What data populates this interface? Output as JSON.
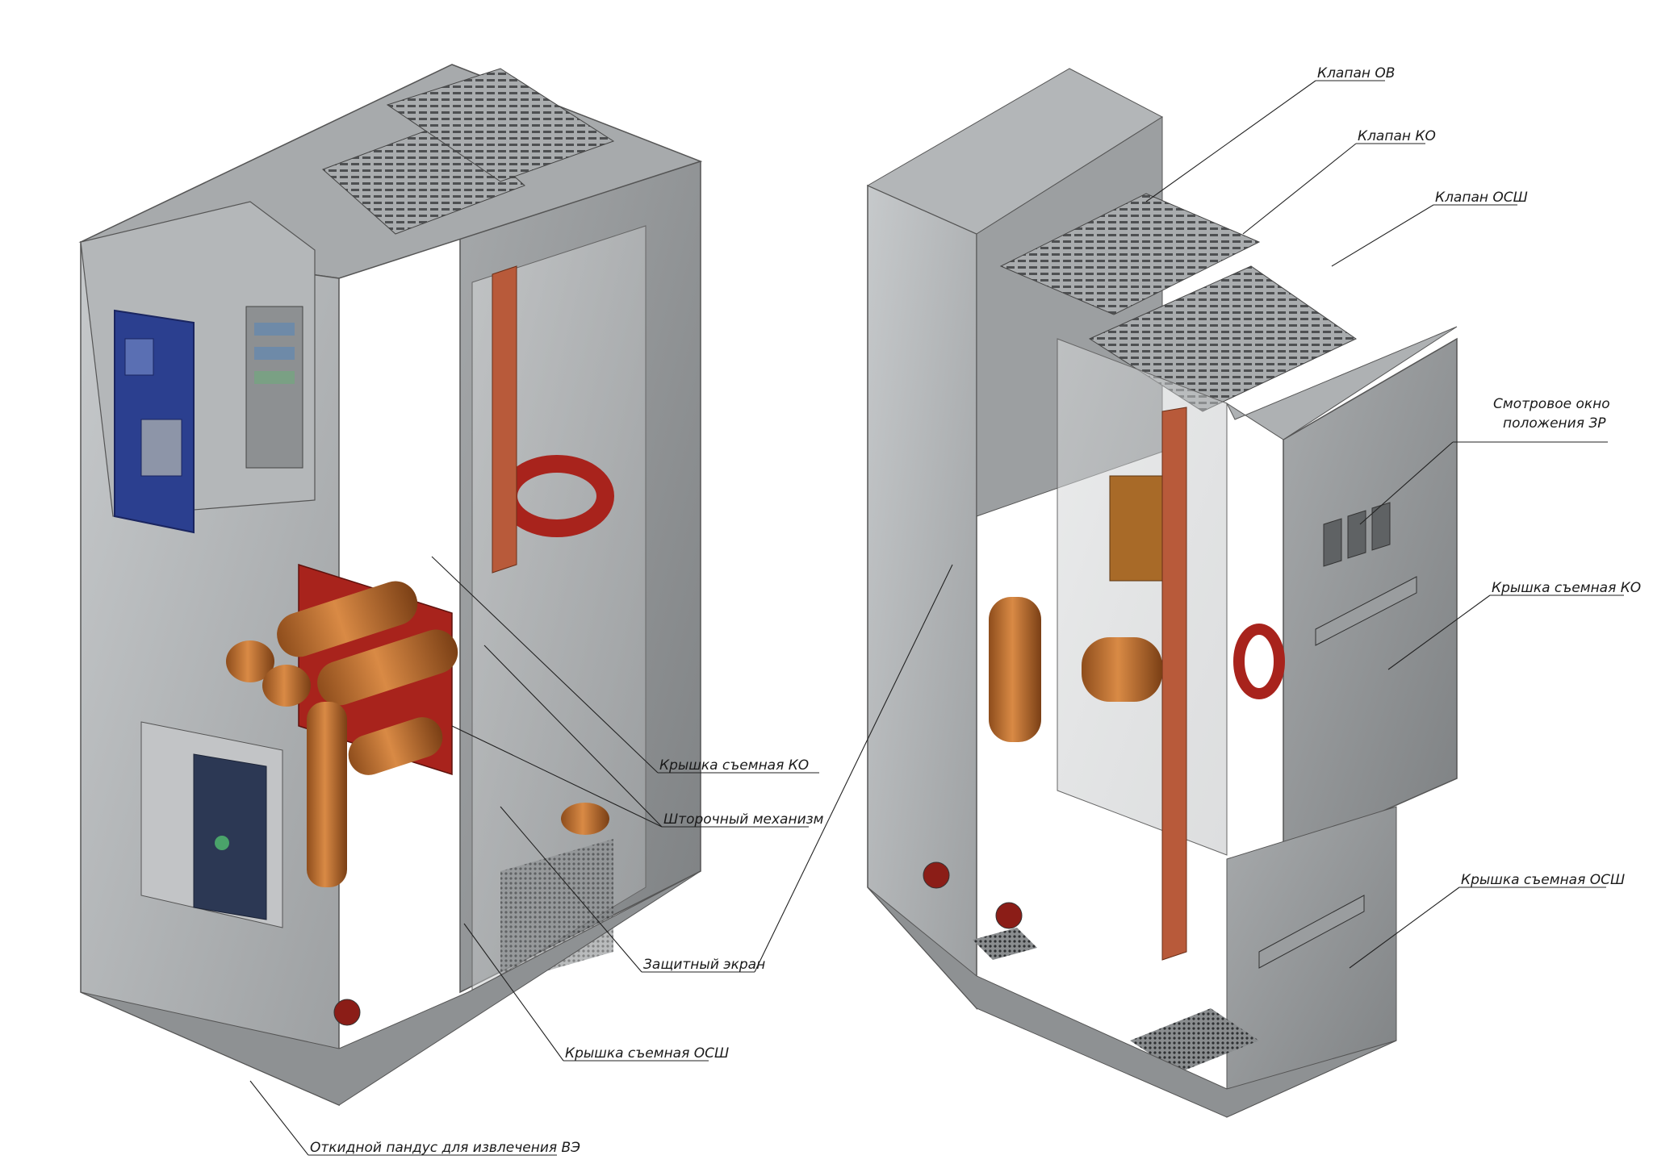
{
  "labels": {
    "valve_ov": "Клапан ОВ",
    "valve_ko": "Клапан КО",
    "valve_osh": "Клапан ОСШ",
    "view_window_line1": "Смотровое окно",
    "view_window_line2": "положения ЗР",
    "cover_ko_right": "Крышка съемная КО",
    "cover_osh_right": "Крышка съемная ОСШ",
    "cover_ko_left": "Крышка съемная КО",
    "shutter_mechanism": "Шторочный механизм",
    "protective_screen": "Защитный экран",
    "cover_osh_left": "Крышка съемная ОСШ",
    "ramp": "Откидной пандус для извлечения ВЭ"
  },
  "colors": {
    "steel_light": "#b9bcbe",
    "steel_mid": "#9a9d9f",
    "steel_dark": "#6f7274",
    "copper": "#c0702f",
    "busbar": "#b85a3a",
    "red_part": "#a8231c",
    "blue_panel": "#2b3f8f"
  }
}
